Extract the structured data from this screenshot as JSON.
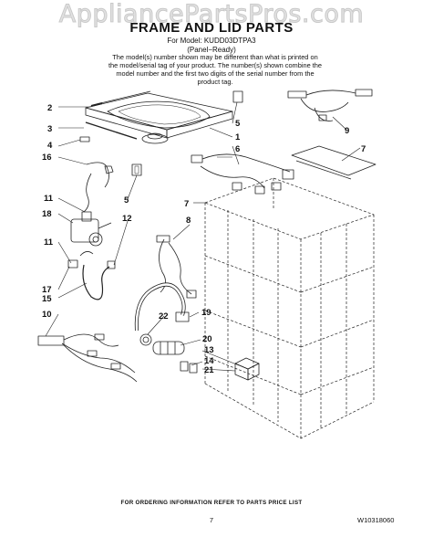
{
  "watermark": "AppliancePartsPros.com",
  "header": {
    "title": "FRAME AND LID PARTS",
    "model": "For Model: KUDD03DTPA3",
    "variant": "(Panel−Ready)",
    "note": "The model(s) number shown may be different than what is printed on the model/serial tag of your product. The number(s) shown combine the model number and the first two digits of the serial number from the product tag."
  },
  "callouts": [
    "2",
    "3",
    "4",
    "16",
    "11",
    "18",
    "11",
    "17",
    "15",
    "10",
    "5",
    "1",
    "5",
    "6",
    "9",
    "7",
    "7",
    "8",
    "12",
    "22",
    "19",
    "20",
    "13",
    "14",
    "21"
  ],
  "footer": {
    "ordering_info": "FOR ORDERING INFORMATION REFER TO PARTS PRICE LIST",
    "page": "7",
    "doc_number": "W10318060"
  },
  "colors": {
    "ink": "#111111",
    "watermark": "#d6d6d6"
  }
}
